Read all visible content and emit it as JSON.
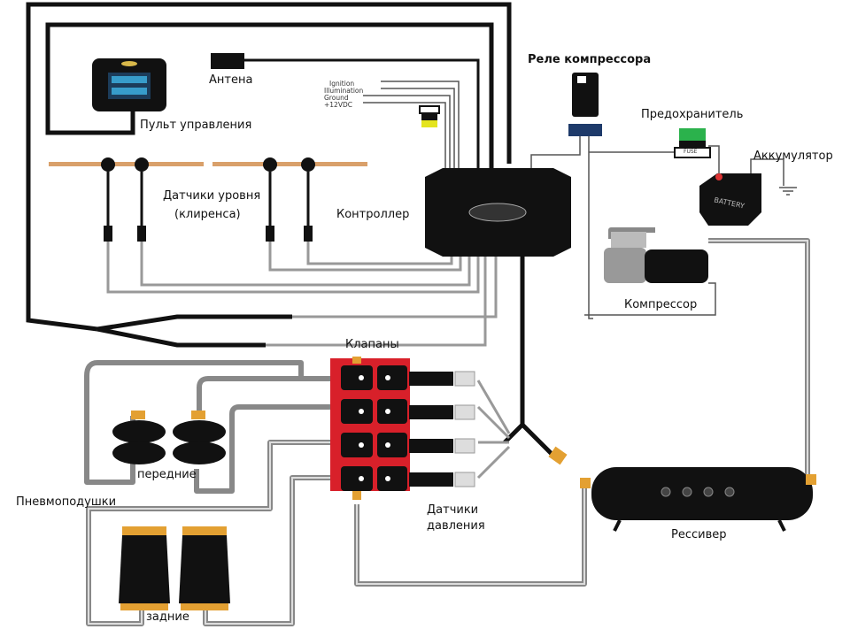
{
  "labels": {
    "relay": "Реле компрессора",
    "antenna": "Антена",
    "remote": "Пульт управления",
    "fuse": "Предохранитель",
    "battery": "Аккумулятор",
    "level_sensors_1": "Датчики уровня",
    "level_sensors_2": "(клиренса)",
    "controller": "Контроллер",
    "compressor": "Компрессор",
    "valves": "Клапаны",
    "front": "передние",
    "airbags": "Пневмоподушки",
    "pressure_sensors_1": "Датчики",
    "pressure_sensors_2": "давления",
    "receiver": "Рессивер",
    "rear": "задние"
  },
  "wire_labels": [
    "Ignition",
    "Illumination",
    "Ground",
    "+12VDC"
  ],
  "component_text": {
    "fuse": "FUSE",
    "battery": "BATTERY"
  },
  "colors": {
    "wire": "#111111",
    "hose": "#9a9a9a",
    "valve_block": "#d8202a",
    "bag_cap": "#e3a032",
    "fuse": "#2bb24c",
    "rod": "#d9a06a"
  }
}
